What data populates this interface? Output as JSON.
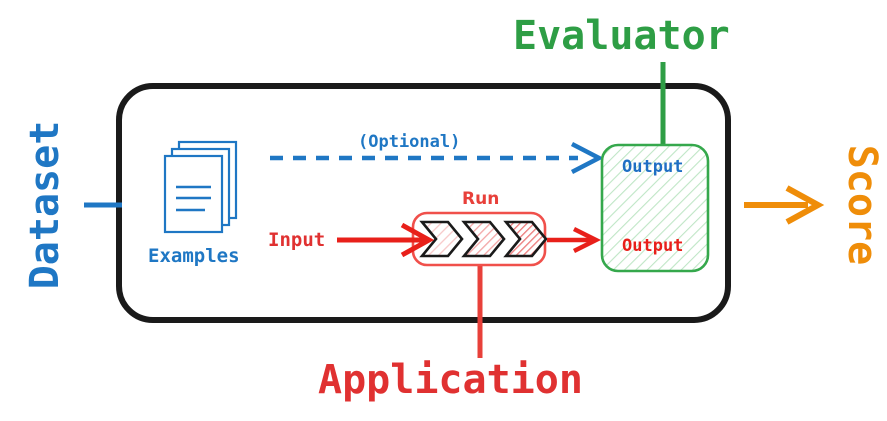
{
  "diagram": {
    "title": "Evaluation pipeline diagram",
    "outer_container": {
      "name": "evaluation-run-container",
      "stroke_color": "#1A1A1A"
    },
    "labels": {
      "dataset": "Dataset",
      "evaluator": "Evaluator",
      "application": "Application",
      "score": "Score",
      "examples": "Examples",
      "optional": "(Optional)",
      "input": "Input",
      "run": "Run",
      "output_reference": "Output",
      "output_prediction": "Output"
    },
    "colors": {
      "dataset_blue": "#1F77C4",
      "evaluator_green": "#2E9E45",
      "application_red": "#E03131",
      "score_orange": "#EF8D09",
      "outline_black": "#1A1A1A",
      "run_box_red": "#F0504B",
      "output_box_green": "#35A84C",
      "chevron_hatch_1": "#F9CFCF",
      "chevron_hatch_2": "#F4A8A8",
      "chevron_hatch_3": "#EE7B7B"
    },
    "nodes": [
      {
        "id": "examples",
        "label": "Examples",
        "type": "document-stack-icon",
        "color": "#1F77C4"
      },
      {
        "id": "run",
        "label": "Run",
        "type": "pipeline-chevrons",
        "color": "#E8403A",
        "chevron_count": 3
      },
      {
        "id": "output",
        "label": "Output",
        "type": "evaluator-output-box",
        "color": "#35A84C"
      }
    ],
    "edges": [
      {
        "id": "optional-edge",
        "from": "examples",
        "to": "output",
        "label": "(Optional)",
        "style": "dashed",
        "color": "#1F77C4"
      },
      {
        "id": "input-edge",
        "from": "input",
        "to": "run",
        "label": "Input",
        "style": "solid",
        "color": "#E03131"
      },
      {
        "id": "run-output-edge",
        "from": "run",
        "to": "output",
        "label": "",
        "style": "solid",
        "color": "#E03131"
      },
      {
        "id": "score-edge",
        "from": "container",
        "to": "score",
        "label": "",
        "style": "solid",
        "color": "#EF8D09"
      },
      {
        "id": "dataset-connector",
        "from": "dataset",
        "to": "container",
        "label": "",
        "style": "solid",
        "color": "#1F77C4"
      },
      {
        "id": "evaluator-connector",
        "from": "evaluator",
        "to": "output",
        "label": "",
        "style": "solid",
        "color": "#2E9E45"
      },
      {
        "id": "application-connector",
        "from": "application",
        "to": "run",
        "label": "",
        "style": "solid",
        "color": "#E03131"
      }
    ]
  }
}
